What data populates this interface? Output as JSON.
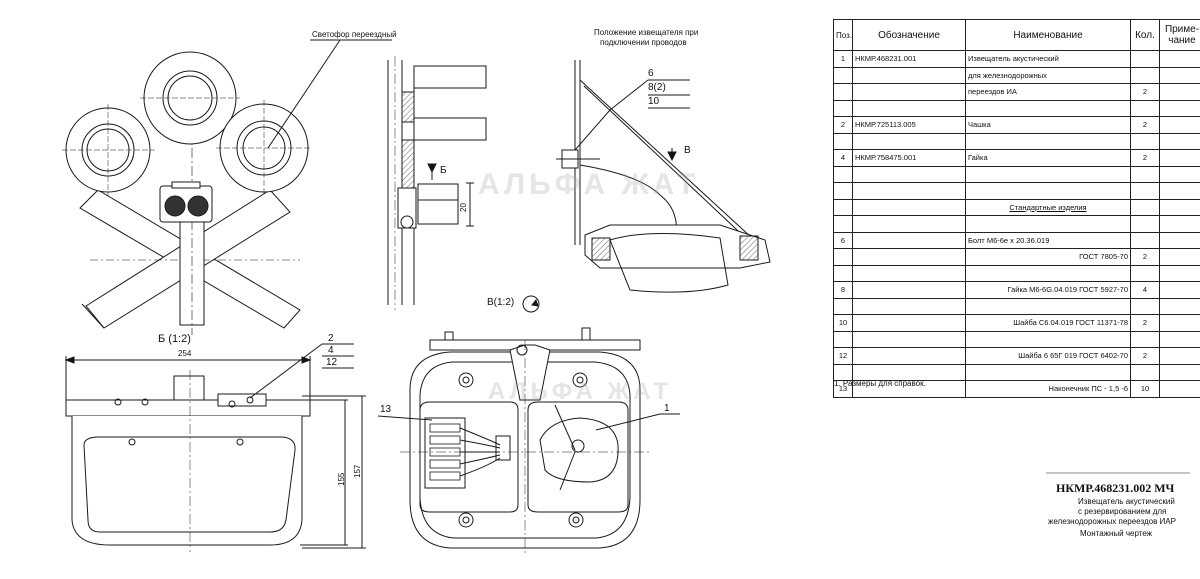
{
  "labels": {
    "svetofor": "Светофор переездный",
    "position_line1": "Положение извещателя при",
    "position_line2": "подключении проводов",
    "view_b_title": "Б (1:2)",
    "view_v_title": "В(1:2)",
    "arrow_b": "Б",
    "arrow_v": "В",
    "callout_6": "6",
    "callout_8": "8(2)",
    "callout_10": "10",
    "callout_2": "2",
    "callout_4": "4",
    "callout_12": "12",
    "callout_1": "1",
    "callout_13": "13",
    "dim_254": "254",
    "dim_157": "157",
    "dim_155": "155",
    "dim_20": "20",
    "note": "1. Размеры для справок.",
    "watermark": "АЛЬФА ЖАТ"
  },
  "spec_table": {
    "headers": {
      "pos": "Поз.",
      "designation": "Обозначение",
      "name": "Наименование",
      "qty": "Кол.",
      "note": "Приме-чание"
    },
    "rows": [
      {
        "pos": "1",
        "designation": "НКМР.468231.001",
        "name": "Извещатель акустический",
        "qty": ""
      },
      {
        "pos": "",
        "designation": "",
        "name": "для железнодорожных",
        "qty": ""
      },
      {
        "pos": "",
        "designation": "",
        "name": "переездов ИА",
        "qty": "2"
      },
      {
        "pos": "",
        "designation": "",
        "name": "",
        "qty": ""
      },
      {
        "pos": "2",
        "designation": "НКМР.725113.005",
        "name": "Чашка",
        "qty": "2"
      },
      {
        "pos": "",
        "designation": "",
        "name": "",
        "qty": ""
      },
      {
        "pos": "4",
        "designation": "НКМР.758475.001",
        "name": "Гайка",
        "qty": "2"
      },
      {
        "pos": "",
        "designation": "",
        "name": "",
        "qty": ""
      },
      {
        "pos": "",
        "designation": "",
        "name": "",
        "qty": ""
      },
      {
        "pos": "",
        "designation": "",
        "name": "Стандартные изделия",
        "qty": ""
      },
      {
        "pos": "",
        "designation": "",
        "name": "",
        "qty": ""
      },
      {
        "pos": "6",
        "designation": "",
        "name": "Болт М6-6е х 20.36.019",
        "qty": ""
      },
      {
        "pos": "",
        "designation": "",
        "name": "ГОСТ 7805-70",
        "qty": "2"
      },
      {
        "pos": "",
        "designation": "",
        "name": "",
        "qty": ""
      },
      {
        "pos": "8",
        "designation": "",
        "name": "Гайка М6-6G.04.019 ГОСТ 5927-70",
        "qty": "4"
      },
      {
        "pos": "",
        "designation": "",
        "name": "",
        "qty": ""
      },
      {
        "pos": "10",
        "designation": "",
        "name": "Шайба С6.04.019 ГОСТ 11371-78",
        "qty": "2"
      },
      {
        "pos": "",
        "designation": "",
        "name": "",
        "qty": ""
      },
      {
        "pos": "12",
        "designation": "",
        "name": "Шайба 6 65Г 019 ГОСТ 6402-70",
        "qty": "2"
      },
      {
        "pos": "",
        "designation": "",
        "name": "",
        "qty": ""
      },
      {
        "pos": "13",
        "designation": "",
        "name": "Наконечник ПС - 1,5 -6",
        "qty": "10"
      }
    ]
  },
  "title_block": {
    "code": "НКМР.468231.002 МЧ",
    "line1": "Извещатель акустический",
    "line2": "с резервированием для",
    "line3": "железнодорожных переездов ИАР",
    "line4": "Монтажный чертеж"
  }
}
